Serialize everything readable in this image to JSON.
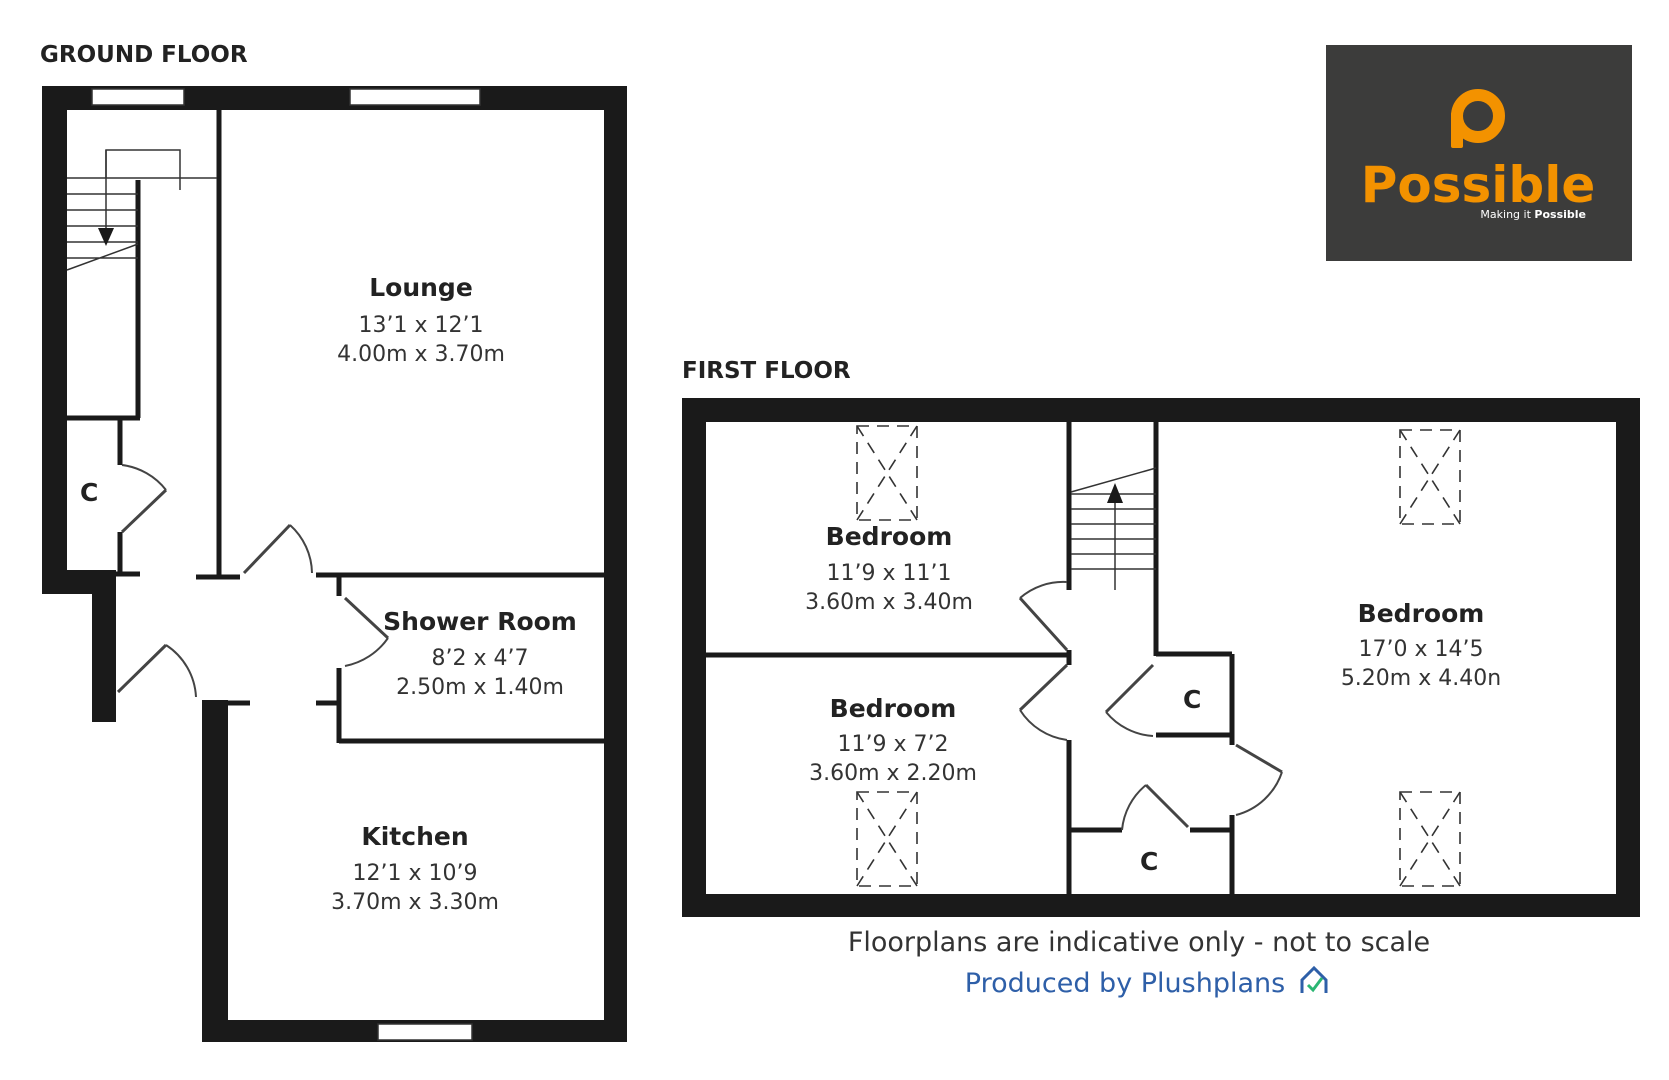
{
  "ground_floor": {
    "label": "GROUND FLOOR",
    "rooms": [
      {
        "name": "Lounge",
        "imperial": "13’1 x 12’1",
        "metric": "4.00m x 3.70m"
      },
      {
        "name": "Shower Room",
        "imperial": "8’2 x 4’7",
        "metric": "2.50m x 1.40m"
      },
      {
        "name": "Kitchen",
        "imperial": "12’1 x 10’9",
        "metric": "3.70m x 3.30m"
      }
    ],
    "cupboard_label": "C"
  },
  "first_floor": {
    "label": "FIRST FLOOR",
    "rooms": [
      {
        "name": "Bedroom",
        "imperial": "11’9 x 11’1",
        "metric": "3.60m x 3.40m"
      },
      {
        "name": "Bedroom",
        "imperial": "11’9 x 7’2",
        "metric": "3.60m x 2.20m"
      },
      {
        "name": "Bedroom",
        "imperial": "17’0 x 14’5",
        "metric": "5.20m x 4.40n"
      }
    ],
    "cupboard_labels": [
      "C",
      "C"
    ]
  },
  "brand": {
    "name": "Possible",
    "tagline_prefix": "Making it ",
    "tagline_bold": "Possible",
    "accent_color": "#f39200",
    "panel_color": "#3c3c3b"
  },
  "footer": {
    "disclaimer": "Floorplans are indicative only - not to scale",
    "produced_by": "Produced by Plushplans",
    "produced_color": "#2e5fa8"
  }
}
